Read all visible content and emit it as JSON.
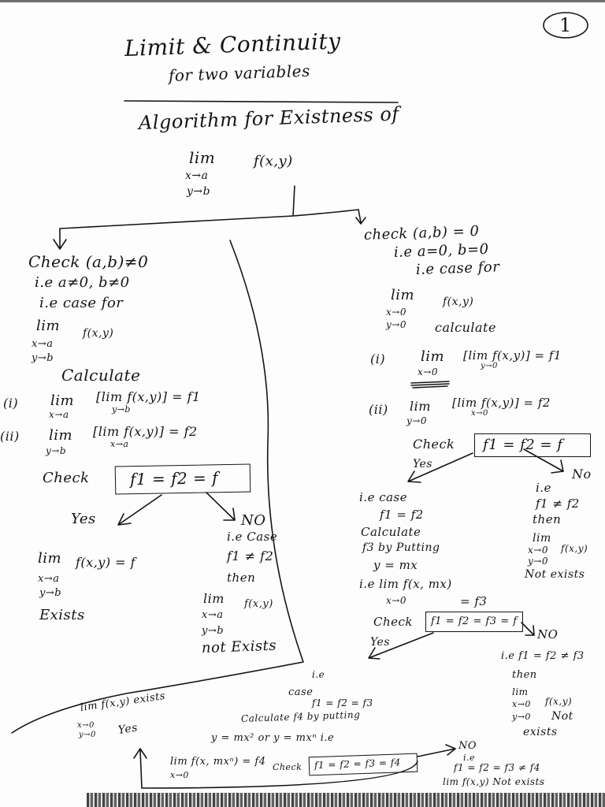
{
  "page_number": "1",
  "title": {
    "line1": "Limit & Continuity",
    "line2": "for two variables"
  },
  "heading": {
    "line": "Algorithm for Existness of",
    "lim": "lim",
    "sub1": "x→a",
    "sub2": "y→b",
    "func": "f(x,y)"
  },
  "left_branch": {
    "condition": "Check (a,b)≠0",
    "ie": "i.e a≠0, b≠0",
    "case_for": "i.e case for",
    "lim": "lim",
    "sub1": "x→a",
    "sub2": "y→b",
    "func": "f(x,y)",
    "calculate": "Calculate",
    "step1_label": "(i)",
    "step1_lim": "lim",
    "step1_sub": "x→a",
    "step1_inner": "[lim f(x,y)] = f1",
    "step1_inner_sub": "y→b",
    "step2_label": "(ii)",
    "step2_lim": "lim",
    "step2_sub": "y→b",
    "step2_inner": "[lim f(x,y)] = f2",
    "step2_inner_sub": "x→a",
    "check_label": "Check",
    "check_box": "f1 = f2 = f",
    "yes": "Yes",
    "no": "NO",
    "yes_result_lim": "lim",
    "yes_result_expr": "f(x,y) = f",
    "yes_sub1": "x→a",
    "yes_sub2": "y→b",
    "yes_result": "Exists",
    "no_case": "i.e Case",
    "no_ineq": "f1 ≠ f2",
    "no_then": "then",
    "no_lim": "lim",
    "no_func": "f(x,y)",
    "no_sub1": "x→a",
    "no_sub2": "y→b",
    "no_result": "not Exists"
  },
  "right_branch": {
    "condition": "check (a,b) = 0",
    "ie": "i.e a=0, b=0",
    "case_for": "i.e case for",
    "lim": "lim",
    "sub1": "x→0",
    "sub2": "y→0",
    "func": "f(x,y)",
    "calculate": "calculate",
    "step1_label": "(i)",
    "step1_lim": "lim",
    "step1_inner": "[lim f(x,y)] = f1",
    "step1_inner_sub": "y→0",
    "step1_sub": "x→0",
    "step2_label": "(ii)",
    "step2_lim": "lim",
    "step2_sub": "y→0",
    "step2_inner": "[lim f(x,y)] = f2",
    "step2_inner_sub": "x→0",
    "check_label": "Check",
    "check_box": "f1 = f2 = f",
    "yes": "Yes",
    "no": "No",
    "yes_case": "i.e case",
    "yes_eq": "f1 = f2",
    "yes_calc": "Calculate",
    "yes_f3": "f3 by Putting",
    "yes_ymx": "y = mx",
    "yes_lim": "i.e lim f(x, mx)",
    "yes_lim_sub": "x→0",
    "yes_lim_result": "= f3",
    "no_we": "i.e",
    "no_ineq": "f1 ≠ f2",
    "no_then": "then",
    "no_lim": "lim",
    "no_func": "f(x,y)",
    "no_sub1": "x→0",
    "no_sub2": "y→0",
    "no_result": "Not exists",
    "check2_label": "Check",
    "check2_box": "f1 = f2 = f3 = f",
    "yes2": "Yes",
    "no2": "NO",
    "no2_ie": "i.e f1 = f2 ≠ f3",
    "no2_then": "then",
    "no2_lim": "lim",
    "no2_func": "f(x,y)",
    "no2_sub1": "x→0",
    "no2_sub2": "y→0",
    "no2_result1": "Not",
    "no2_result2": "exists",
    "case3": "i.e",
    "case3_label": "case",
    "case3_eq": "f1 = f2 = f3",
    "case3_calc": "Calculate f4 by putting",
    "case3_sub": "y = mx² or y = mxⁿ i.e",
    "case3_lim": "lim f(x, mxⁿ) = f4",
    "case3_lim_sub": "x→0",
    "check3_label": "Check",
    "check3_box": "f1 = f2 = f3 = f4",
    "no3": "NO",
    "no3_ie": "i.e",
    "no3_ineq": "f1 = f2 = f3 ≠ f4",
    "no3_result": "lim f(x,y) Not exists",
    "final_yes": "Yes",
    "final_result": "lim f(x,y) exists",
    "final_sub1": "x→0",
    "final_sub2": "y→0"
  }
}
